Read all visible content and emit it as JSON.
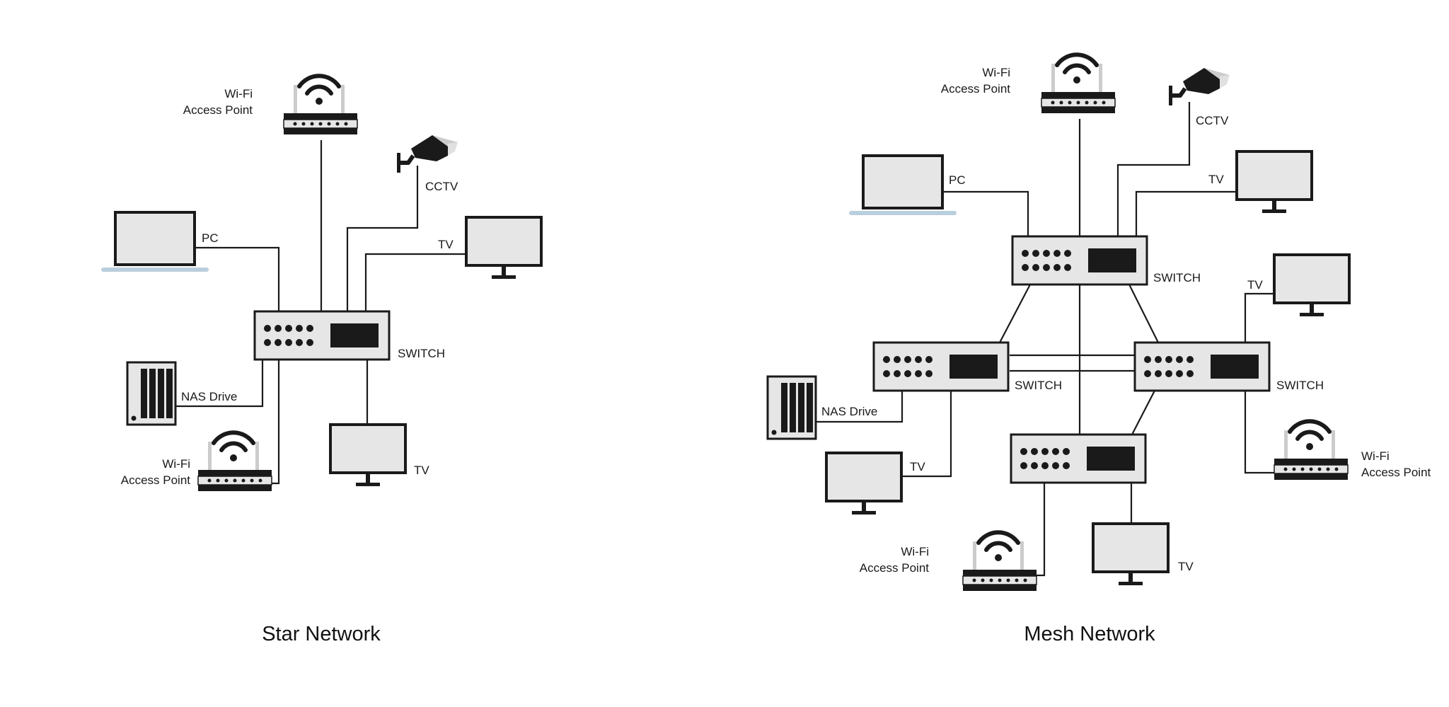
{
  "colors": {
    "device_fill": "#e6e6e6",
    "outline": "#1a1a1a",
    "laptop_base": "#b9cfdf",
    "background": "#ffffff"
  },
  "star": {
    "title": "Star Network",
    "labels": {
      "wifi_top": [
        "Wi-Fi",
        "Access Point"
      ],
      "cctv": "CCTV",
      "pc": "PC",
      "tv_right": "TV",
      "switch": "SWITCH",
      "nas": "NAS Drive",
      "wifi_bottom": [
        "Wi-Fi",
        "Access Point"
      ],
      "tv_bottom": "TV"
    },
    "icons": [
      "router-icon",
      "security-camera-icon",
      "laptop-icon",
      "monitor-icon",
      "switch-icon",
      "nas-drive-icon",
      "router-icon",
      "monitor-icon"
    ]
  },
  "mesh": {
    "title": "Mesh Network",
    "labels": {
      "wifi_top": [
        "Wi-Fi",
        "Access Point"
      ],
      "cctv": "CCTV",
      "pc": "PC",
      "tv_top": "TV",
      "switch_top": "SWITCH",
      "tv_right": "TV",
      "switch_left": "SWITCH",
      "switch_right": "SWITCH",
      "nas": "NAS Drive",
      "tv_left": "TV",
      "wifi_right": [
        "Wi-Fi",
        "Access Point"
      ],
      "wifi_bottom": [
        "Wi-Fi",
        "Access Point"
      ],
      "tv_bottom": "TV"
    },
    "icons": [
      "router-icon",
      "security-camera-icon",
      "laptop-icon",
      "monitor-icon",
      "switch-icon",
      "switch-icon",
      "switch-icon",
      "switch-icon",
      "nas-drive-icon",
      "monitor-icon",
      "router-icon",
      "router-icon",
      "monitor-icon"
    ]
  }
}
